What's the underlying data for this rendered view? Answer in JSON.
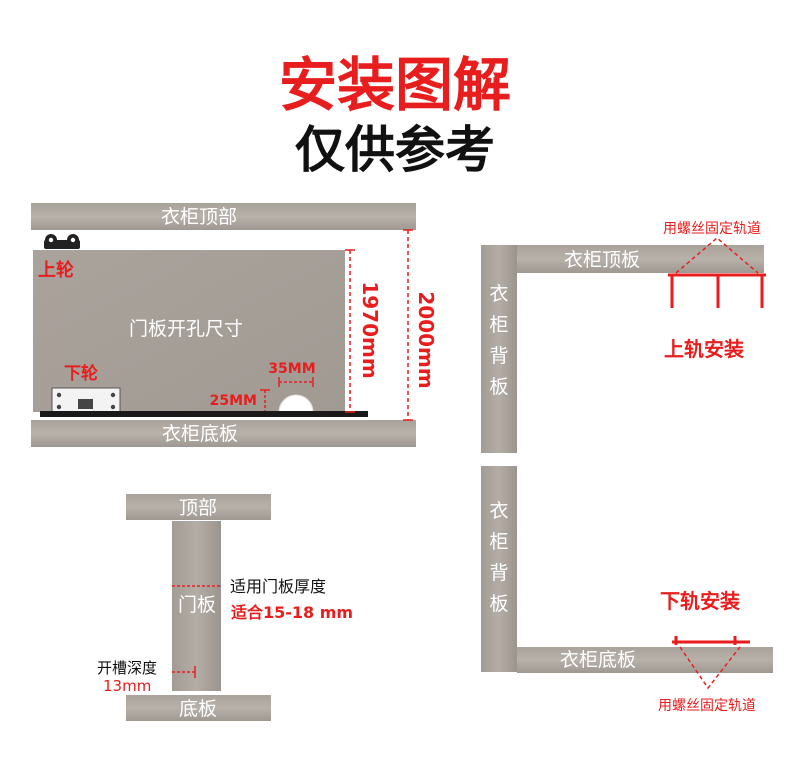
{
  "header": {
    "title": "安装图解",
    "subtitle": "仅供参考"
  },
  "door_diagram": {
    "top_board_label": "衣柜顶部",
    "bottom_board_label": "衣柜底板",
    "panel_label": "门板开孔尺寸",
    "upper_wheel_label": "上轮",
    "lower_wheel_label": "下轮",
    "hole_width_label": "35MM",
    "hole_height_label": "25MM",
    "panel_height_label": "1970mm",
    "total_height_label": "2000mm"
  },
  "cross_section": {
    "top_label": "顶部",
    "bottom_label": "底板",
    "door_label": "门板",
    "thickness_label": "适用门板厚度",
    "thickness_value": "适合15-18 mm",
    "groove_label": "开槽深度",
    "groove_value": "13mm"
  },
  "upper_rail": {
    "top_board_label": "衣柜顶板",
    "back_board_label": "衣柜背板",
    "screw_note": "用螺丝固定轨道",
    "title": "上轨安装"
  },
  "lower_rail": {
    "bottom_board_label": "衣柜底板",
    "back_board_label": "衣柜背板",
    "screw_note": "用螺丝固定轨道",
    "title": "下轨安装"
  },
  "colors": {
    "red": "#e81e1e",
    "wood_light": "#b1aaa3",
    "wood_dark": "#8e8882",
    "text": "#111111"
  }
}
